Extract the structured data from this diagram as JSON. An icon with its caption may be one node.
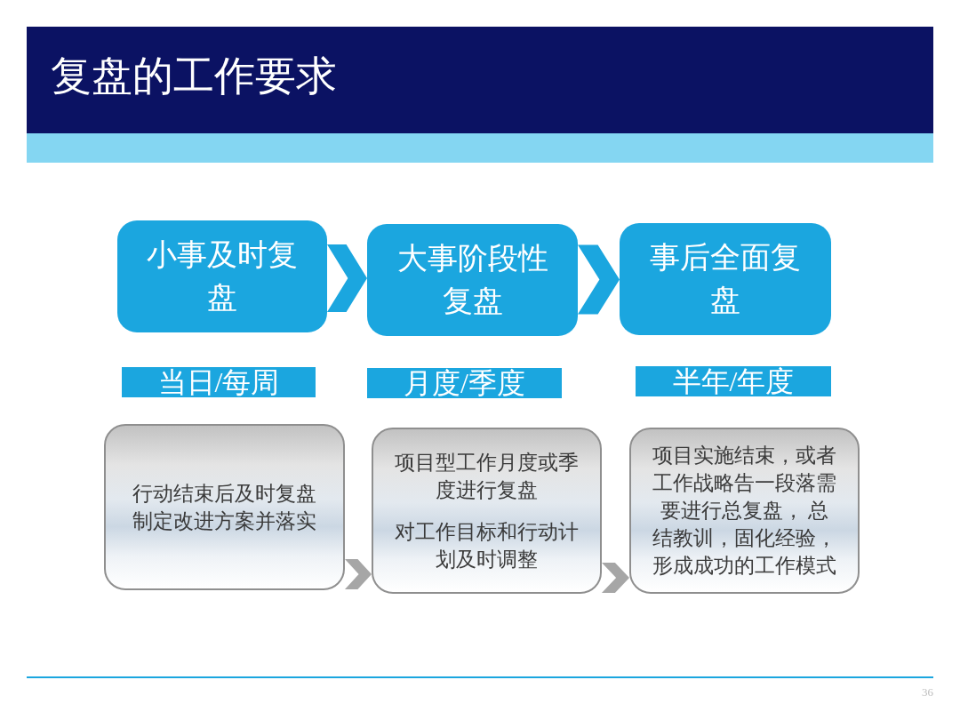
{
  "diagram": {
    "title": "复盘的工作要求",
    "nodes": [
      {
        "text": [
          "小事及时复盘"
        ]
      },
      {
        "text": [
          "大事阶段性复盘"
        ]
      },
      {
        "text": [
          "事后全面复盘"
        ]
      },
      {
        "text": [
          "当日/每周"
        ]
      },
      {
        "text": [
          "月度/季度"
        ]
      },
      {
        "text": [
          "半年/年度"
        ]
      },
      {
        "text": [
          "行动结束后及时复盘",
          "制定改进方案并落实"
        ]
      },
      {
        "text": [
          "项目型工作月度或季度进行复盘",
          "对工作目标和行动计划及时调整"
        ]
      },
      {
        "text": [
          "项目实施结束，或者工作战略告一段落需要进行总复盘， 总结教训，固化经验，形成成功的工作模式"
        ]
      }
    ],
    "edges": [
      {
        "from": 0,
        "to": 1,
        "arrow": "to"
      },
      {
        "from": 1,
        "to": 2,
        "arrow": "to"
      },
      {
        "from": 6,
        "to": 7,
        "arrow": "to",
        "color": "#a6a6a6"
      },
      {
        "from": 7,
        "to": 8,
        "arrow": "to",
        "color": "#a6a6a6"
      }
    ],
    "labels": [
      "36"
    ]
  }
}
